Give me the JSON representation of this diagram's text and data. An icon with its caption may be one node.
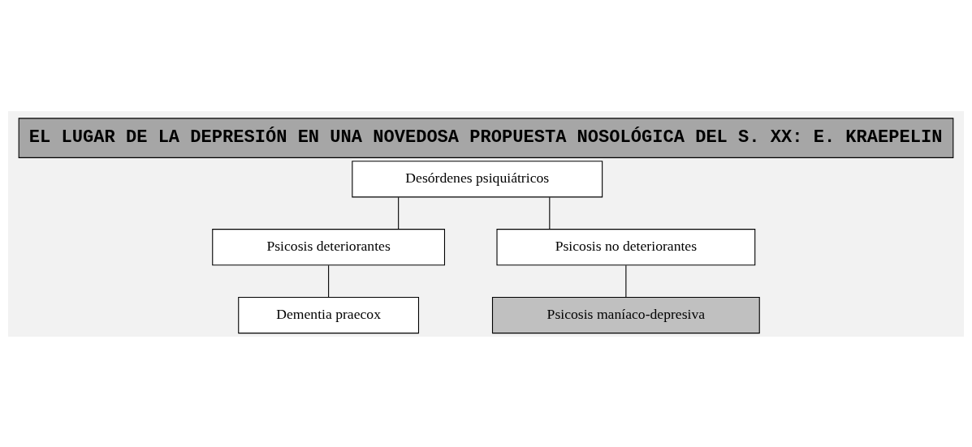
{
  "diagram": {
    "title": "EL LUGAR DE LA DEPRESIÓN EN UNA NOVEDOSA PROPUESTA NOSOLÓGICA DEL S. XX: E. KRAEPELIN",
    "nodes": [
      {
        "text": [
          "Desórdenes psiquiátricos"
        ]
      },
      {
        "text": [
          "Psicosis deteriorantes"
        ]
      },
      {
        "text": [
          "Psicosis no deteriorantes"
        ]
      },
      {
        "text": [
          "Dementia praecox"
        ]
      },
      {
        "text": [
          "Psicosis maníaco-depresiva"
        ]
      }
    ],
    "edges": [
      {
        "from": 0,
        "to": 1,
        "arrow": "none"
      },
      {
        "from": 0,
        "to": 2,
        "arrow": "none"
      },
      {
        "from": 1,
        "to": 3,
        "arrow": "none"
      },
      {
        "from": 2,
        "to": 4,
        "arrow": "none"
      }
    ]
  }
}
